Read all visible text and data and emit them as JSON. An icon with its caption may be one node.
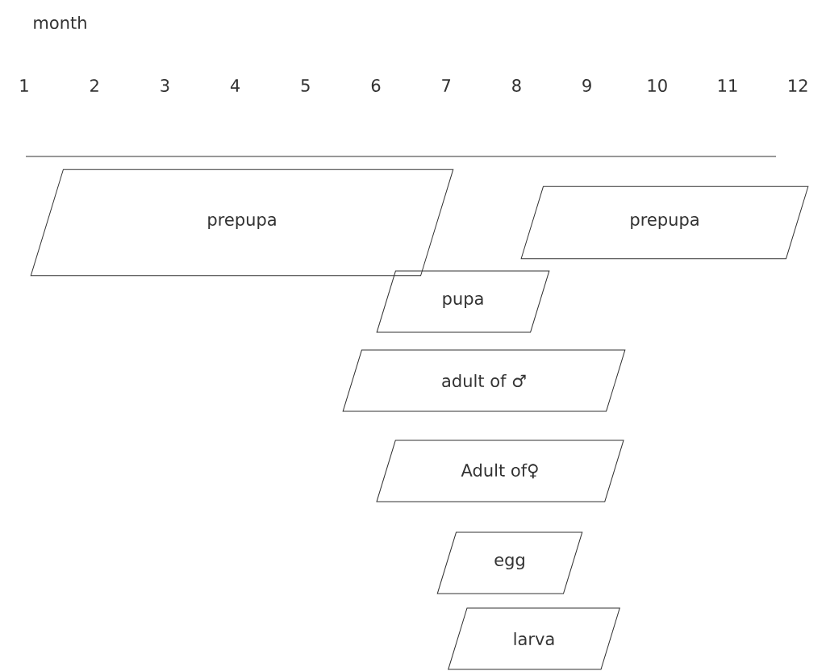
{
  "diagram": {
    "nodes": [
      {
        "text": [
          "prepupa"
        ]
      },
      {
        "text": [
          "prepupa"
        ]
      },
      {
        "text": [
          "pupa"
        ]
      },
      {
        "text": [
          "adult of ♂"
        ]
      },
      {
        "text": [
          "Adult of♀"
        ]
      },
      {
        "text": [
          "egg"
        ]
      },
      {
        "text": [
          "larva"
        ]
      }
    ],
    "labels": [
      "month",
      "1",
      "2",
      "3",
      "4",
      "5",
      "6",
      "7",
      "8",
      "9",
      "10",
      "11",
      "12"
    ]
  }
}
